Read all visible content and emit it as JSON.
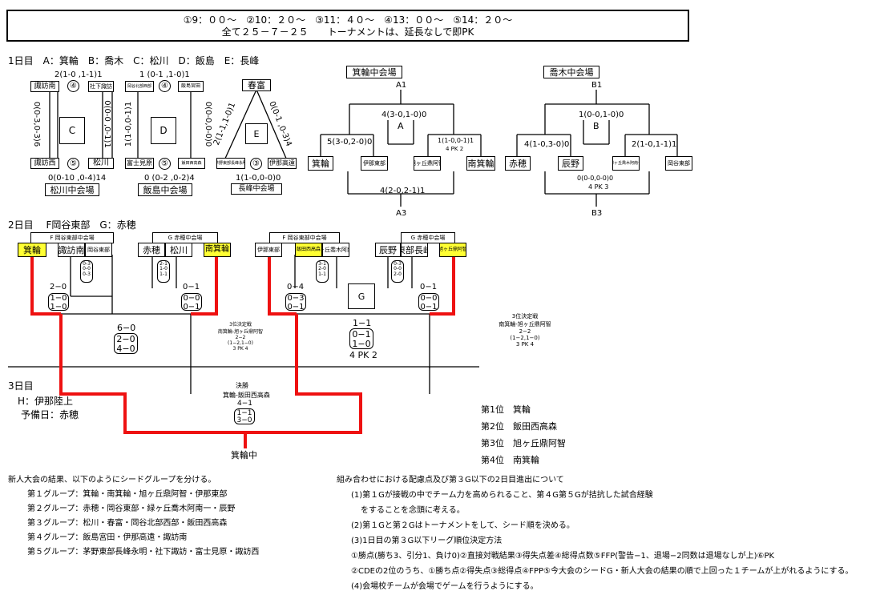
{
  "header": {
    "times": "①9：００～　②10：２０～　③11：４０～　④13：００～　⑤14：２０～",
    "rules": "全て２５－７－２５　　トーナメントは、延長なしで即PK"
  },
  "day1": {
    "label": "1日目　A：箕輪　B：喬木　C：松川　D：飯島　E：長峰",
    "league_c": {
      "top_score": "2(1-0 ,1-1)1",
      "top_left": "諏訪南",
      "top_num": "④",
      "top_right": "社下諏訪",
      "center": "C",
      "left_score": "0(0-3,0-3)6",
      "right_score": "0(0-0 ,0-1)1",
      "bottom_left": "諏訪西",
      "bottom_num": "⑤",
      "bottom_right": "松川",
      "bottom_score": "0(0-10 ,0-4)14",
      "venue": "松川中会場"
    },
    "league_d": {
      "top_score": "1 (0-1 ,1-0)1",
      "top_left": "岡谷北部西部",
      "top_num": "④",
      "top_right": "飯島宮田",
      "center": "D",
      "left_score": "1(1-0,0-1)1",
      "right_score": "0(0-0,0-0)0",
      "bottom_left": "富士見原",
      "bottom_num": "⑤",
      "bottom_right": "飯田西高森",
      "bottom_score": "0 (0-2 ,0-2)4",
      "venue": "飯島中会場"
    },
    "league_e": {
      "top": "春富",
      "center": "E",
      "left_score": "2(1-1,1-0)1",
      "right_score": "0(0-1 ,0-3)4",
      "bottom_left": "茅野東部長峰永明",
      "bottom_num": "③",
      "bottom_right": "伊那高遠",
      "bottom_score": "1(1-0,0-0)0",
      "venue": "長峰中会場"
    },
    "bracket_a": {
      "venue": "箕輪中会場",
      "code_top": "A1",
      "center": "A",
      "final_score": "4(3-0,1-0)0",
      "left_score": "5(3-0,2-0)0",
      "right_score": "1(1-0,0-1)1",
      "right_pk": "4 PK 2",
      "teams": [
        "箕輪",
        "伊那東部",
        "旭ヶ丘鼎阿智",
        "南箕輪"
      ],
      "bottom_score": "4(2-0,2-1)1",
      "code_bottom": "A3"
    },
    "bracket_b": {
      "venue": "喬木中会場",
      "code_top": "B1",
      "center": "B",
      "final_score": "1(0-0,1-0)0",
      "left_score": "4(1-0,3-0)0",
      "right_score": "2(1-0,1-1)1",
      "teams": [
        "赤穂",
        "辰野",
        "緑ヶ丘喬木阿南一",
        "岡谷東部"
      ],
      "bottom_score": "0(0-0,0-0)0",
      "bottom_pk": "4 PK 3",
      "code_bottom": "B3"
    }
  },
  "day2": {
    "label": "2日目　 F岡谷東部　G：赤穂",
    "groups": [
      {
        "venue": "F 岡谷東部中会場",
        "teams": [
          "箕輪",
          "諏訪南",
          "岡谷東部"
        ],
        "inner": [
          "0-3",
          "0-0",
          "0-3"
        ]
      },
      {
        "venue": "G 赤穂中会場",
        "teams": [
          "赤穂",
          "松川",
          "南箕輪"
        ],
        "inner": [
          "2-1",
          "1-0",
          "1-1"
        ]
      },
      {
        "venue": "F 岡谷東部中会場",
        "teams": [
          "伊那東部",
          "飯田西高森",
          "緑ヶ丘喬木阿南一"
        ],
        "inner": [
          "3-1",
          "2-0",
          "1-1"
        ]
      },
      {
        "venue": "G 赤穂中会場",
        "teams": [
          "辰野",
          "茅野東部長峰永明",
          "旭ヶ丘鼎阿智"
        ],
        "inner": [
          "0-3",
          "0-0",
          "2-0"
        ]
      }
    ],
    "semi_scores": [
      {
        "head": "2−0",
        "lines": [
          "1−0",
          "1−0"
        ]
      },
      {
        "head": "0−1",
        "lines": [
          "0−0",
          "0−1"
        ]
      },
      {
        "head": "0−4",
        "lines": [
          "0−3",
          "0−1"
        ]
      },
      {
        "head": "0−1",
        "lines": [
          "0−0",
          "0−1"
        ]
      }
    ],
    "f_result": {
      "head": "6−0",
      "lines": [
        "2−0",
        "4−0"
      ]
    },
    "g_box": "G",
    "g_result": {
      "head": "1−1",
      "lines": [
        "0−1",
        "1−0"
      ],
      "pk": "4 PK 2"
    },
    "third_place_mid": {
      "title": "3位決定戦",
      "teams": "南箕輪-旭ヶ丘鼎阿智",
      "score": "2−2",
      "detail": "(1−2,1−0)",
      "pk": "3 PK 4"
    },
    "third_place_right": {
      "title": "3位決定戦",
      "teams": "南箕輪-旭ヶ丘鼎阿智",
      "score": "2−2",
      "detail": "(1−2,1−0)",
      "pk": "3 PK 4"
    }
  },
  "day3": {
    "label": "3日目",
    "h": "H：伊那陸上",
    "reserve": "予備日：赤穂",
    "final_title": "決勝",
    "final_teams": "箕輪-飯田西高森",
    "final_score": "4−1",
    "final_lines": [
      "1−1",
      "3−0"
    ],
    "venue": "箕輪中"
  },
  "standings": [
    {
      "rank": "第1位",
      "team": "箕輪"
    },
    {
      "rank": "第2位",
      "team": "飯田西高森"
    },
    {
      "rank": "第3位",
      "team": "旭ヶ丘鼎阿智"
    },
    {
      "rank": "第4位",
      "team": "南箕輪"
    }
  ],
  "notes_left": {
    "intro": "新人大会の結果、以下のようにシードグループを分ける。",
    "groups": [
      "第１グループ：箕輪・南箕輪・旭ヶ丘鼎阿智・伊那東部",
      "第２グループ：赤穂・岡谷東部・緑ヶ丘喬木阿南一・辰野",
      "第３グループ：松川・春富・岡谷北部西部・飯田西高森",
      "第４グループ：飯島宮田・伊那高遠・諏訪南",
      "第５グループ：茅野東部長峰永明・社下諏訪・富士見原・諏訪西"
    ]
  },
  "notes_right": {
    "title": "組み合わせにおける配慮点及び第３G以下の2日目進出について",
    "lines": [
      "(1)第１Gが接戦の中でチーム力を高められること、第４G第５Gが拮抗した試合経験",
      "をすることを念頭に考える。",
      "(2)第１Gと第２Gはトーナメントをして、シード順を決める。",
      "(3)1日目の第３G以下リーグ順位決定方法",
      "①勝点(勝ち3、引分1、負け0)②直接対戦結果③得失点差④総得点数⑤FFP(警告−1、退場−2同数は退場なしが上)⑥PK",
      "②CDEの2位のうち、①勝ち点②得失点③総得点④FPP⑤今大会のシードG・新人大会の結果の順で上回った１チームが上がれるようにする。",
      "(4)会場校チームが会場でゲームを行うようにする。"
    ]
  },
  "colors": {
    "red": "#ee1111",
    "yellow": "#ffff33",
    "line": "#000000"
  }
}
